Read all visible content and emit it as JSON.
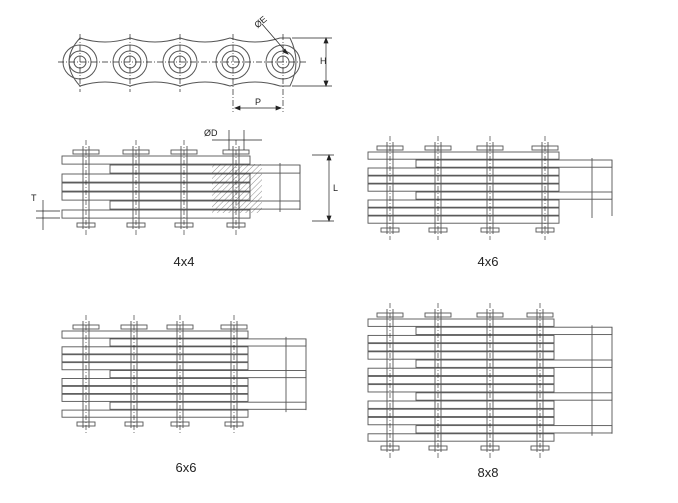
{
  "side_view": {
    "dimension_labels": {
      "pitch": "P",
      "height": "H",
      "pin_hole": "ØE"
    }
  },
  "assemblies": [
    {
      "id": "4x4",
      "caption": "4x4",
      "dimension_labels": {
        "pin": "ØD",
        "length": "L",
        "plate": "T"
      }
    },
    {
      "id": "4x6",
      "caption": "4x6"
    },
    {
      "id": "6x6",
      "caption": "6x6"
    },
    {
      "id": "8x8",
      "caption": "8x8"
    }
  ],
  "colors": {
    "line": "#555555",
    "centerline": "#222222",
    "hatch": "#333333"
  }
}
